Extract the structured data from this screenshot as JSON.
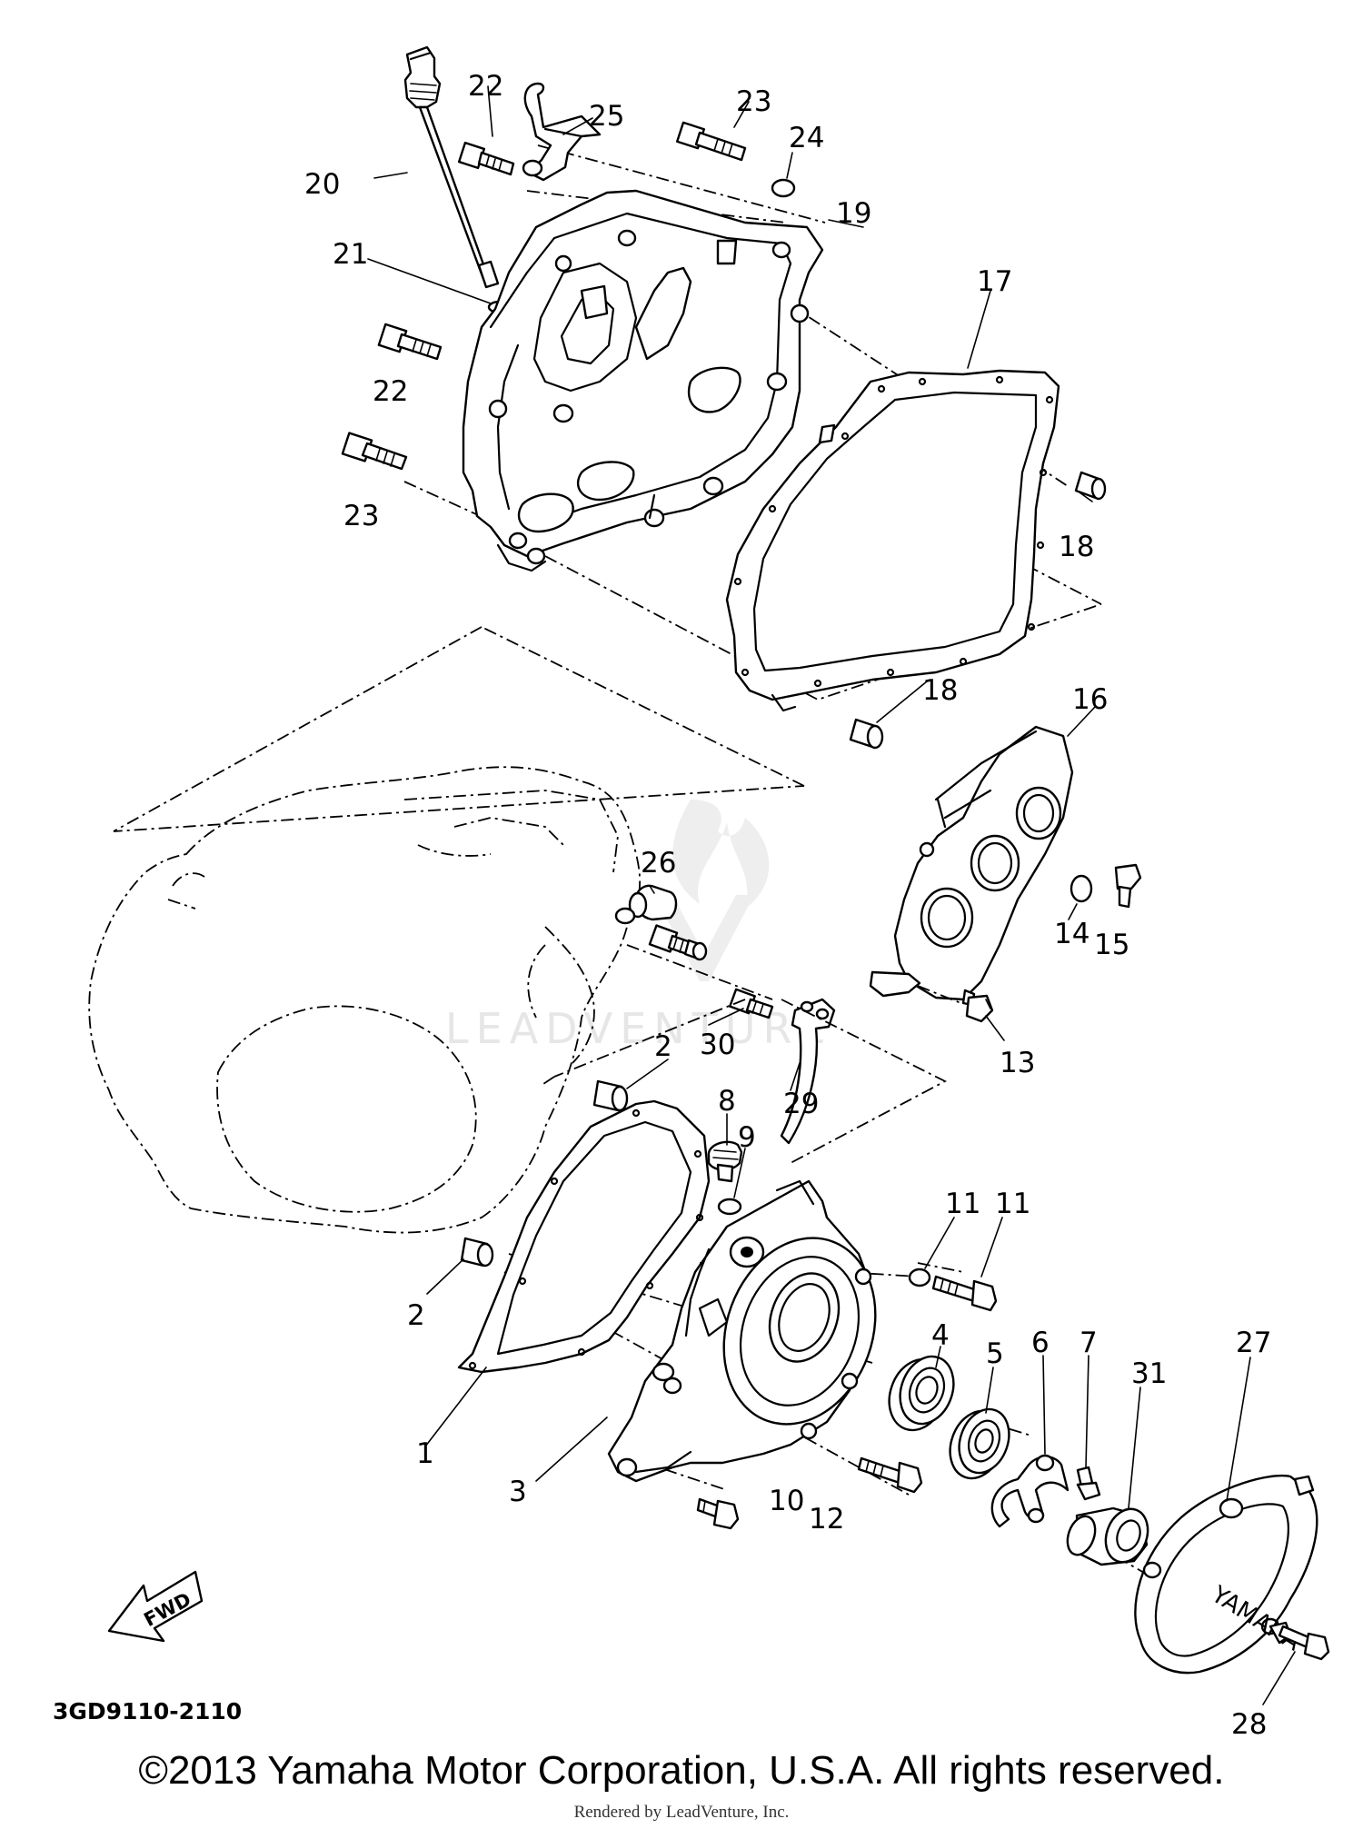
{
  "diagram": {
    "diagram_code": "3GD9110-2110",
    "fwd_label": "FWD",
    "cover_brand": "YAMAHA",
    "watermark": "LEADVENTURE",
    "callouts": [
      {
        "id": "c1",
        "label": "1"
      },
      {
        "id": "c2a",
        "label": "2"
      },
      {
        "id": "c2b",
        "label": "2"
      },
      {
        "id": "c3",
        "label": "3"
      },
      {
        "id": "c4",
        "label": "4"
      },
      {
        "id": "c5",
        "label": "5"
      },
      {
        "id": "c6",
        "label": "6"
      },
      {
        "id": "c7",
        "label": "7"
      },
      {
        "id": "c8",
        "label": "8"
      },
      {
        "id": "c9",
        "label": "9"
      },
      {
        "id": "c10",
        "label": "10"
      },
      {
        "id": "c11a",
        "label": "11"
      },
      {
        "id": "c11b",
        "label": "11"
      },
      {
        "id": "c12",
        "label": "12"
      },
      {
        "id": "c13",
        "label": "13"
      },
      {
        "id": "c14",
        "label": "14"
      },
      {
        "id": "c15",
        "label": "15"
      },
      {
        "id": "c16",
        "label": "16"
      },
      {
        "id": "c17",
        "label": "17"
      },
      {
        "id": "c18a",
        "label": "18"
      },
      {
        "id": "c18b",
        "label": "18"
      },
      {
        "id": "c19",
        "label": "19"
      },
      {
        "id": "c20",
        "label": "20"
      },
      {
        "id": "c21",
        "label": "21"
      },
      {
        "id": "c22a",
        "label": "22"
      },
      {
        "id": "c22b",
        "label": "22"
      },
      {
        "id": "c23a",
        "label": "23"
      },
      {
        "id": "c23b",
        "label": "23"
      },
      {
        "id": "c24",
        "label": "24"
      },
      {
        "id": "c25",
        "label": "25"
      },
      {
        "id": "c26",
        "label": "26"
      },
      {
        "id": "c27",
        "label": "27"
      },
      {
        "id": "c28",
        "label": "28"
      },
      {
        "id": "c29",
        "label": "29"
      },
      {
        "id": "c30",
        "label": "30"
      },
      {
        "id": "c31",
        "label": "31"
      }
    ]
  },
  "footer": {
    "copyright": "©2013 Yamaha Motor Corporation, U.S.A. All rights reserved.",
    "rendered_by": "Rendered by LeadVenture, Inc."
  }
}
